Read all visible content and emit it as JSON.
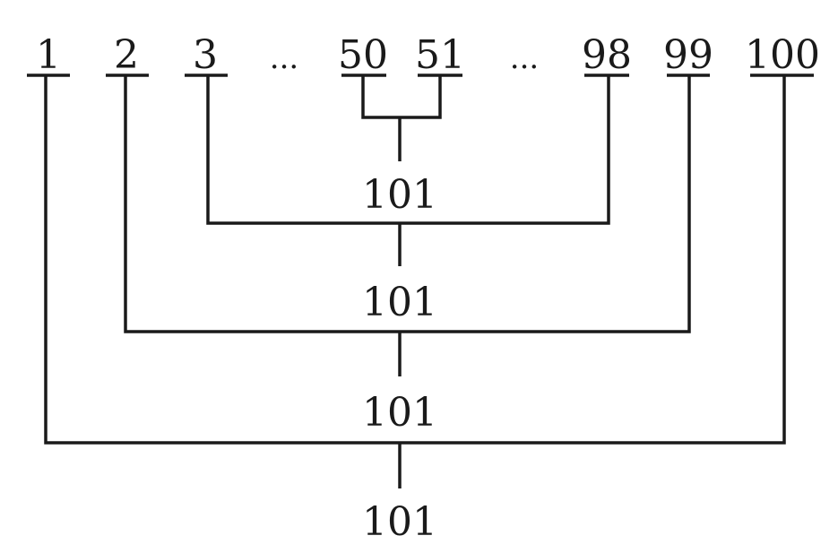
{
  "diagram": {
    "top_labels": {
      "n1": "1",
      "n2": "2",
      "n3": "3",
      "dots_left": "...",
      "n50": "50",
      "n51": "51",
      "dots_right": "...",
      "n98": "98",
      "n99": "99",
      "n100": "100"
    },
    "sums": [
      "101",
      "101",
      "101",
      "101"
    ]
  }
}
